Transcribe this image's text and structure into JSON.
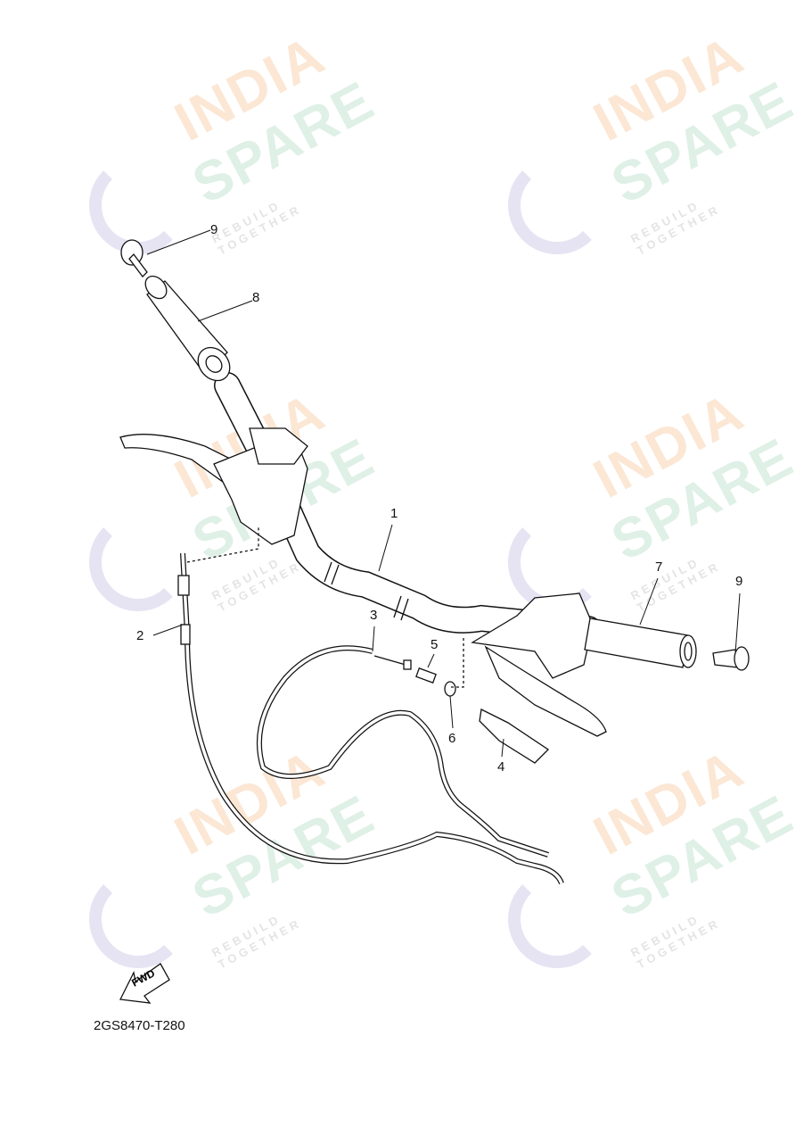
{
  "watermark": {
    "line1": "INDIA",
    "line2": "SPARE",
    "line3": "REBUILD TOGETHER",
    "colors": {
      "india": "#fbe7d4",
      "spare": "#dff0e6",
      "logo": "#e6e4f3"
    }
  },
  "callouts": [
    "1",
    "2",
    "3",
    "4",
    "5",
    "6",
    "7",
    "8",
    "9",
    "9"
  ],
  "direction_label": "FWD",
  "diagram_code": "2GS8470-T280"
}
